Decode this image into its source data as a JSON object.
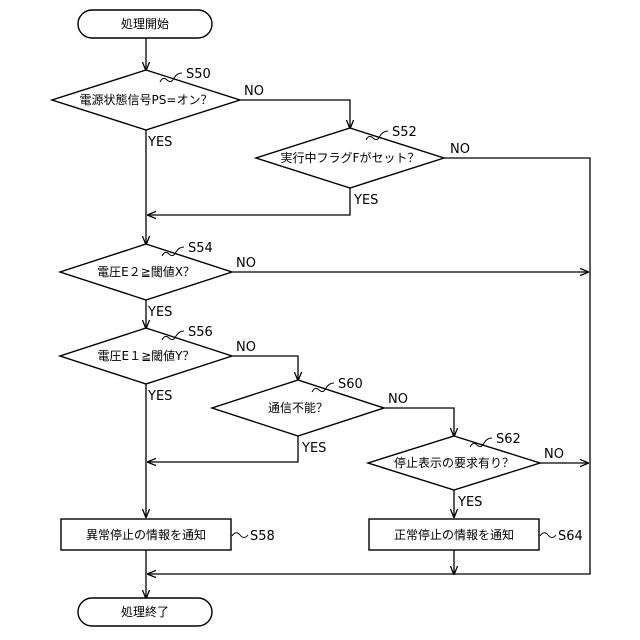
{
  "nodes": {
    "start": "処理開始",
    "end": "処理終了",
    "s50": {
      "step": "S50",
      "text": "電源状態信号PS=オン？"
    },
    "s52": {
      "step": "S52",
      "text": "実行中フラグFがセット？"
    },
    "s54": {
      "step": "S54",
      "text": "電圧E２≧閾値X？"
    },
    "s56": {
      "step": "S56",
      "text": "電圧E１≧閾値Y？"
    },
    "s60": {
      "step": "S60",
      "text": "通信不能？"
    },
    "s62": {
      "step": "S62",
      "text": "停止表示の要求有り？"
    },
    "s58": {
      "step": "S58",
      "text": "異常停止の情報を通知"
    },
    "s64": {
      "step": "S64",
      "text": "正常停止の情報を通知"
    }
  },
  "labels": {
    "yes": "YES",
    "no": "NO"
  }
}
